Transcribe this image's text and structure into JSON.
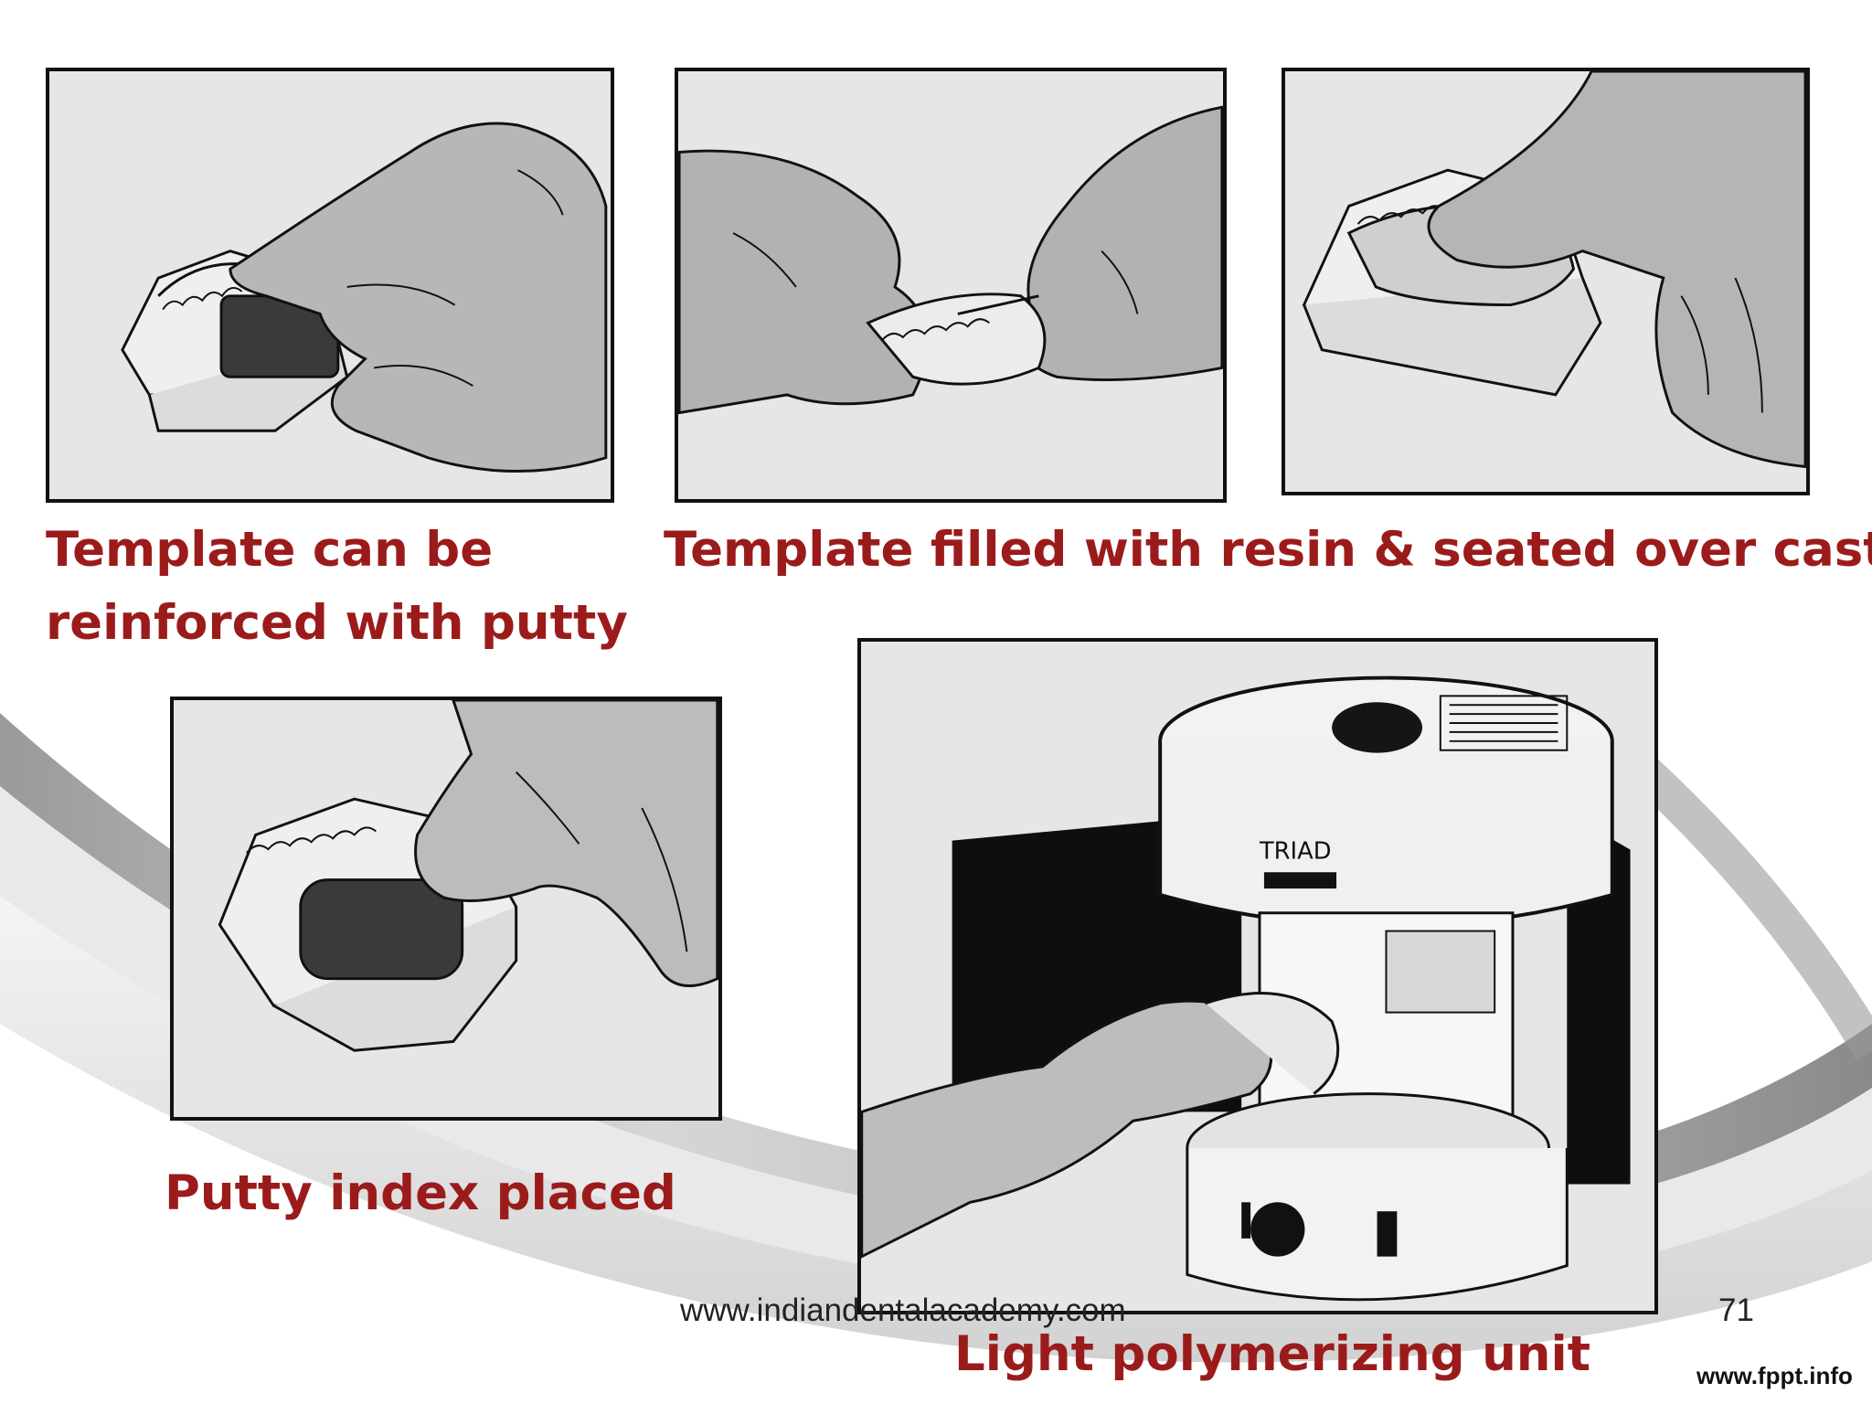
{
  "slide": {
    "captions": {
      "reinforced": "Template can be\nreinforced with putty",
      "filled": "Template filled with resin & seated over cast",
      "putty_index": "Putty index placed",
      "light_unit": "Light polymerizing unit"
    },
    "device_label": "TRIAD",
    "footer": {
      "url": "www.indiandentalacademy.com",
      "page_number": "71",
      "brand": "www.fppt.info"
    },
    "colors": {
      "caption": "#9b1b1b",
      "panel_border": "#111111",
      "panel_background": "#e6e6e8"
    }
  }
}
